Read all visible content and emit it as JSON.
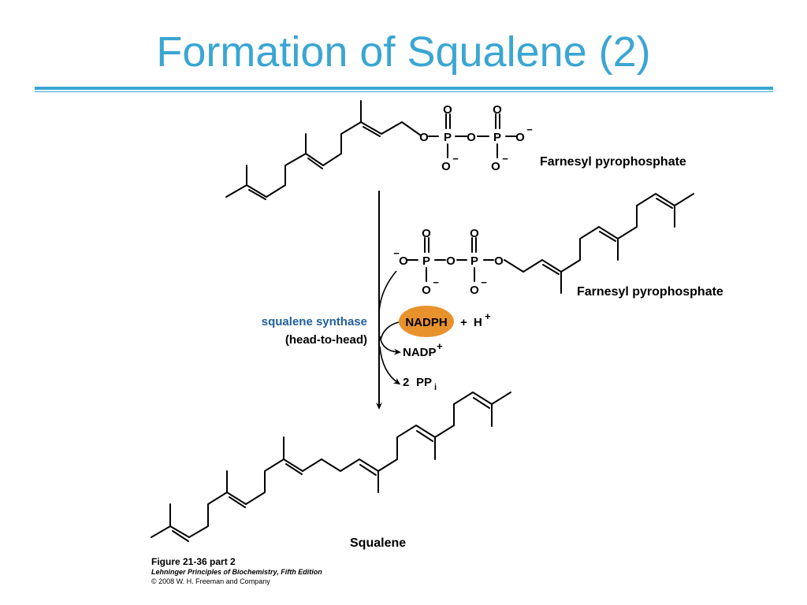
{
  "title": "Formation of Squalene (2)",
  "accent_color": "#3aa6d3",
  "reactant_1": {
    "name": "Farnesyl pyrophosphate",
    "phosphate": {
      "oxygen": "O",
      "phosphorus": "P",
      "charge": "−"
    }
  },
  "reactant_2": {
    "name": "Farnesyl  pyrophosphate",
    "phosphate": {
      "oxygen": "O",
      "phosphorus": "P",
      "charge": "−"
    }
  },
  "enzyme": {
    "name": "squalene synthase",
    "mode": "(head-to-head)",
    "name_color": "#1f5f9e"
  },
  "cofactor": {
    "label": "NADPH",
    "plus": "+",
    "proton": "H",
    "proton_charge": "+",
    "oval_color": "#e8922e"
  },
  "products_side": {
    "nadp": "NADP",
    "nadp_charge": "+",
    "ppi_count": "2",
    "ppi": "PP",
    "ppi_sub": "i"
  },
  "product": {
    "name": "Squalene"
  },
  "caption": {
    "figure": "Figure 21-36 part 2",
    "book": "Lehninger Principles of Biochemistry, Fifth Edition",
    "copyright": "© 2008 W. H. Freeman and Company"
  }
}
